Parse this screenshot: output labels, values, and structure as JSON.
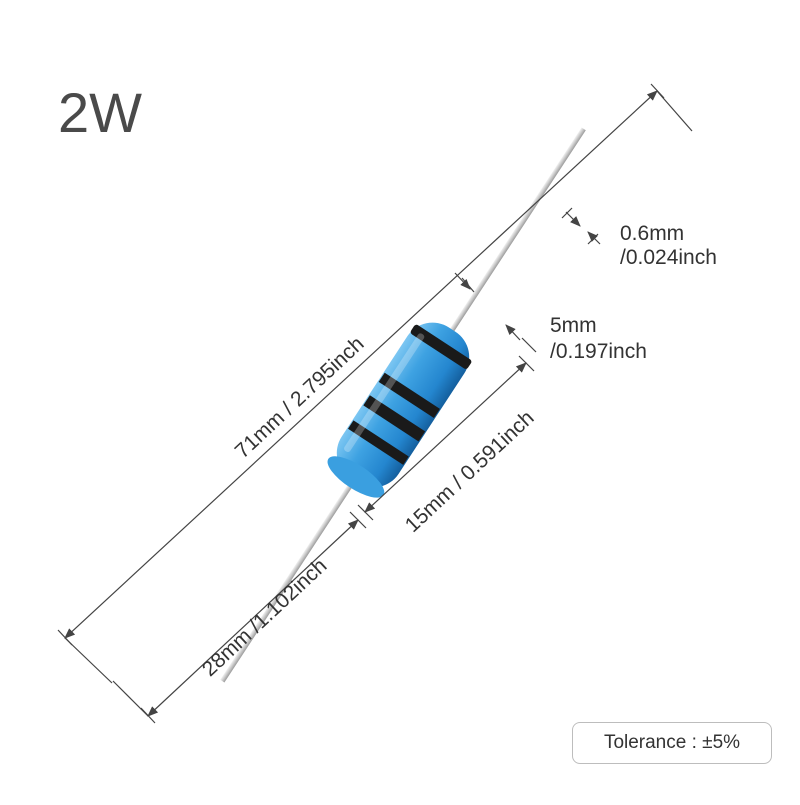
{
  "title": "2W",
  "dimensions": {
    "total_length": "71mm / 2.795inch",
    "lead_length": "28mm /1.102inch",
    "body_length": "15mm / 0.591inch",
    "body_diameter_line1": "5mm",
    "body_diameter_line2": "/0.197inch",
    "lead_diameter_line1": "0.6mm",
    "lead_diameter_line2": "/0.024inch"
  },
  "tolerance": "Tolerance : ±5%",
  "colors": {
    "body": "#2a8fd6",
    "body_dark": "#1560a8",
    "band": "#1a1a1a",
    "lead": "#cfcfcf",
    "dimension_line": "#444444"
  }
}
